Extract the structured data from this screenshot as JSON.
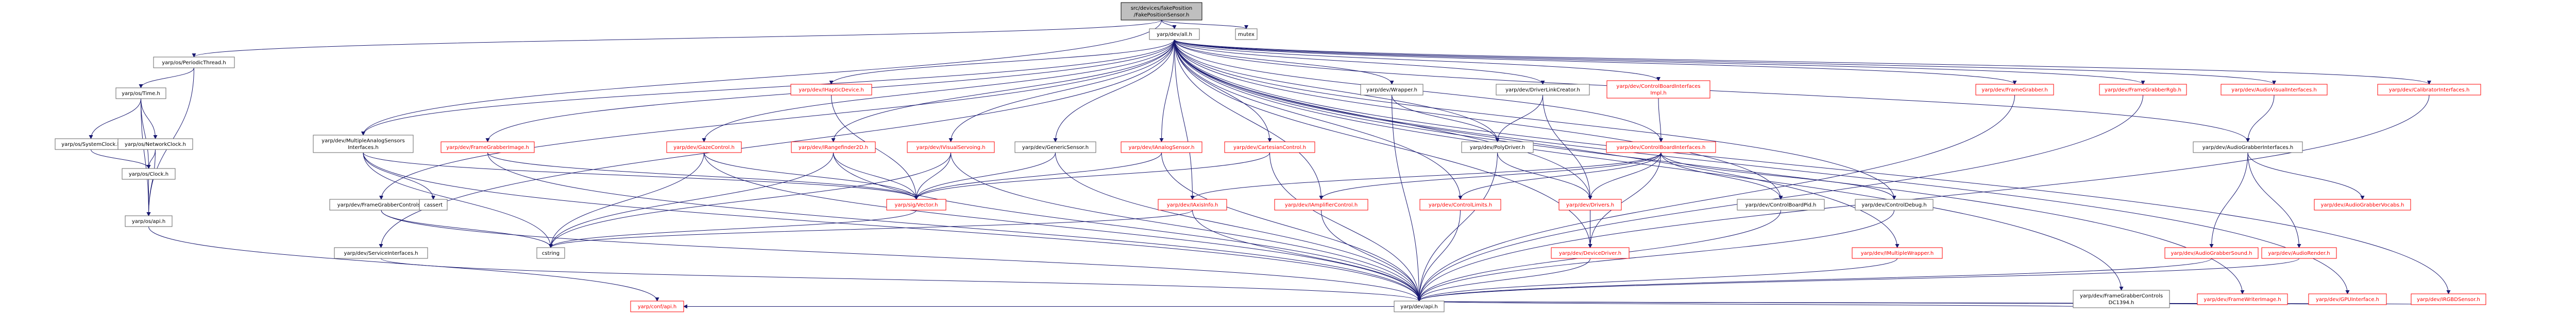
{
  "title": "src/devices/fakePosition/FakePositionSensor.h include dependency graph",
  "colors": {
    "edge": "#191970",
    "box_border": "#666666",
    "missing_border": "#ff0000",
    "root_fill": "#bfbfbf",
    "text": "#000000",
    "missing_text": "#ff0000"
  },
  "nodes": {
    "root": {
      "lines": [
        "src/devices/fakePosition",
        "/FakePositionSensor.h"
      ],
      "missing": false
    },
    "mutex": {
      "lines": [
        "mutex"
      ],
      "missing": false
    },
    "periodicThread": {
      "lines": [
        "yarp/os/PeriodicThread.h"
      ],
      "missing": false
    },
    "all": {
      "lines": [
        "yarp/dev/all.h"
      ],
      "missing": false
    },
    "time": {
      "lines": [
        "yarp/os/Time.h"
      ],
      "missing": false
    },
    "systemClock": {
      "lines": [
        "yarp/os/SystemClock.h"
      ],
      "missing": false
    },
    "networkClock": {
      "lines": [
        "yarp/os/NetworkClock.h"
      ],
      "missing": false
    },
    "clock": {
      "lines": [
        "yarp/os/Clock.h"
      ],
      "missing": false
    },
    "osApi": {
      "lines": [
        "yarp/os/api.h"
      ],
      "missing": false
    },
    "conf": {
      "lines": [
        "yarp/conf/api.h"
      ],
      "missing": true
    },
    "multiAnalog": {
      "lines": [
        "yarp/dev/MultipleAnalogSensors",
        "Interfaces.h"
      ],
      "missing": false
    },
    "frameGrabberImage": {
      "lines": [
        "yarp/dev/FrameGrabberImage.h"
      ],
      "missing": true
    },
    "frameGrabberControls": {
      "lines": [
        "yarp/dev/FrameGrabberControls.h"
      ],
      "missing": false
    },
    "serviceInterfaces": {
      "lines": [
        "yarp/dev/ServiceInterfaces.h"
      ],
      "missing": false
    },
    "cassert": {
      "lines": [
        "cassert"
      ],
      "missing": false
    },
    "cstring": {
      "lines": [
        "cstring"
      ],
      "missing": false
    },
    "hapticDevice": {
      "lines": [
        "yarp/dev/IHapticDevice.h"
      ],
      "missing": true
    },
    "gazeControl": {
      "lines": [
        "yarp/dev/GazeControl.h"
      ],
      "missing": true
    },
    "rangefinder": {
      "lines": [
        "yarp/dev/IRangefinder2D.h"
      ],
      "missing": true
    },
    "visualServoing": {
      "lines": [
        "yarp/dev/IVisualServoing.h"
      ],
      "missing": true
    },
    "genericSensor": {
      "lines": [
        "yarp/dev/GenericSensor.h"
      ],
      "missing": false
    },
    "analogSensor": {
      "lines": [
        "yarp/dev/IAnalogSensor.h"
      ],
      "missing": true
    },
    "cartesianControl": {
      "lines": [
        "yarp/dev/CartesianControl.h"
      ],
      "missing": true
    },
    "sigVector": {
      "lines": [
        "yarp/sig/Vector.h"
      ],
      "missing": true
    },
    "iAxisInfo": {
      "lines": [
        "yarp/dev/IAxisInfo.h"
      ],
      "missing": true
    },
    "wrapper": {
      "lines": [
        "yarp/dev/Wrapper.h"
      ],
      "missing": false
    },
    "driverLinkCreator": {
      "lines": [
        "yarp/dev/DriverLinkCreator.h"
      ],
      "missing": false
    },
    "polyDriver": {
      "lines": [
        "yarp/dev/PolyDriver.h"
      ],
      "missing": false
    },
    "ampControl": {
      "lines": [
        "yarp/dev/IAmplifierControl.h"
      ],
      "missing": true
    },
    "controlLimits": {
      "lines": [
        "yarp/dev/ControlLimits.h"
      ],
      "missing": true
    },
    "cbiImpl": {
      "lines": [
        "yarp/dev/ControlBoardInterfaces",
        "Impl.h"
      ],
      "missing": true
    },
    "cbi": {
      "lines": [
        "yarp/dev/ControlBoardInterfaces.h"
      ],
      "missing": true
    },
    "drivers": {
      "lines": [
        "yarp/dev/Drivers.h"
      ],
      "missing": true
    },
    "deviceDriver": {
      "lines": [
        "yarp/dev/DeviceDriver.h"
      ],
      "missing": true
    },
    "cbPid": {
      "lines": [
        "yarp/dev/ControlBoardPid.h"
      ],
      "missing": false
    },
    "controlDebug": {
      "lines": [
        "yarp/dev/ControlDebug.h"
      ],
      "missing": false
    },
    "multipleWrapper": {
      "lines": [
        "yarp/dev/IMultipleWrapper.h"
      ],
      "missing": true
    },
    "devApi": {
      "lines": [
        "yarp/dev/api.h"
      ],
      "missing": false
    },
    "frameGrabber": {
      "lines": [
        "yarp/dev/FrameGrabber.h"
      ],
      "missing": true
    },
    "frameGrabberRgb": {
      "lines": [
        "yarp/dev/FrameGrabberRgb.h"
      ],
      "missing": true
    },
    "audioVisual": {
      "lines": [
        "yarp/dev/AudioVisualInterfaces.h"
      ],
      "missing": true
    },
    "audioGrabber": {
      "lines": [
        "yarp/dev/AudioGrabberInterfaces.h"
      ],
      "missing": false
    },
    "audioGrabberVocabs": {
      "lines": [
        "yarp/dev/AudioGrabberVocabs.h"
      ],
      "missing": true
    },
    "audioGrabberSound": {
      "lines": [
        "yarp/dev/AudioGrabberSound.h"
      ],
      "missing": true
    },
    "audioRender": {
      "lines": [
        "yarp/dev/AudioRender.h"
      ],
      "missing": true
    },
    "calibrator": {
      "lines": [
        "yarp/dev/CalibratorInterfaces.h"
      ],
      "missing": true
    },
    "fgc1394": {
      "lines": [
        "yarp/dev/FrameGrabberControls",
        "DC1394.h"
      ],
      "missing": false
    },
    "frameWriter": {
      "lines": [
        "yarp/dev/FrameWriterImage.h"
      ],
      "missing": true
    },
    "gpu": {
      "lines": [
        "yarp/dev/GPUInterface.h"
      ],
      "missing": true
    },
    "rgbd": {
      "lines": [
        "yarp/dev/IRGBDSensor.h"
      ],
      "missing": true
    }
  },
  "edges": [
    [
      "root",
      "periodicThread"
    ],
    [
      "root",
      "all"
    ],
    [
      "root",
      "mutex"
    ],
    [
      "root",
      "multiAnalog"
    ],
    [
      "periodicThread",
      "time"
    ],
    [
      "periodicThread",
      "osApi"
    ],
    [
      "time",
      "systemClock"
    ],
    [
      "time",
      "networkClock"
    ],
    [
      "time",
      "clock"
    ],
    [
      "time",
      "osApi"
    ],
    [
      "systemClock",
      "clock"
    ],
    [
      "networkClock",
      "clock"
    ],
    [
      "networkClock",
      "osApi"
    ],
    [
      "clock",
      "osApi"
    ],
    [
      "osApi",
      "conf"
    ],
    [
      "all",
      "multiAnalog"
    ],
    [
      "all",
      "frameGrabberImage"
    ],
    [
      "all",
      "frameGrabberControls"
    ],
    [
      "all",
      "serviceInterfaces"
    ],
    [
      "all",
      "hapticDevice"
    ],
    [
      "all",
      "gazeControl"
    ],
    [
      "all",
      "rangefinder"
    ],
    [
      "all",
      "visualServoing"
    ],
    [
      "all",
      "genericSensor"
    ],
    [
      "all",
      "analogSensor"
    ],
    [
      "all",
      "cartesianControl"
    ],
    [
      "all",
      "iAxisInfo"
    ],
    [
      "all",
      "wrapper"
    ],
    [
      "all",
      "driverLinkCreator"
    ],
    [
      "all",
      "polyDriver"
    ],
    [
      "all",
      "cbiImpl"
    ],
    [
      "all",
      "cbi"
    ],
    [
      "all",
      "drivers"
    ],
    [
      "all",
      "deviceDriver"
    ],
    [
      "all",
      "cbPid"
    ],
    [
      "all",
      "controlDebug"
    ],
    [
      "all",
      "multipleWrapper"
    ],
    [
      "all",
      "frameGrabber"
    ],
    [
      "all",
      "frameGrabberRgb"
    ],
    [
      "all",
      "audioVisual"
    ],
    [
      "all",
      "audioGrabber"
    ],
    [
      "all",
      "calibrator"
    ],
    [
      "all",
      "fgc1394"
    ],
    [
      "all",
      "frameWriter"
    ],
    [
      "all",
      "gpu"
    ],
    [
      "all",
      "rgbd"
    ],
    [
      "all",
      "controlLimits"
    ],
    [
      "all",
      "ampControl"
    ],
    [
      "multiAnalog",
      "cassert"
    ],
    [
      "multiAnalog",
      "cstring"
    ],
    [
      "multiAnalog",
      "sigVector"
    ],
    [
      "multiAnalog",
      "devApi"
    ],
    [
      "frameGrabberImage",
      "sigVector"
    ],
    [
      "frameGrabberImage",
      "devApi"
    ],
    [
      "frameGrabberControls",
      "cstring"
    ],
    [
      "frameGrabberControls",
      "devApi"
    ],
    [
      "serviceInterfaces",
      "devApi"
    ],
    [
      "hapticDevice",
      "sigVector"
    ],
    [
      "gazeControl",
      "sigVector"
    ],
    [
      "gazeControl",
      "cstring"
    ],
    [
      "gazeControl",
      "devApi"
    ],
    [
      "rangefinder",
      "sigVector"
    ],
    [
      "rangefinder",
      "cstring"
    ],
    [
      "rangefinder",
      "devApi"
    ],
    [
      "visualServoing",
      "sigVector"
    ],
    [
      "visualServoing",
      "cstring"
    ],
    [
      "visualServoing",
      "devApi"
    ],
    [
      "genericSensor",
      "sigVector"
    ],
    [
      "genericSensor",
      "devApi"
    ],
    [
      "analogSensor",
      "sigVector"
    ],
    [
      "analogSensor",
      "devApi"
    ],
    [
      "cartesianControl",
      "sigVector"
    ],
    [
      "cartesianControl",
      "devApi"
    ],
    [
      "sigVector",
      "cstring"
    ],
    [
      "iAxisInfo",
      "cstring"
    ],
    [
      "iAxisInfo",
      "devApi"
    ],
    [
      "wrapper",
      "polyDriver"
    ],
    [
      "wrapper",
      "devApi"
    ],
    [
      "driverLinkCreator",
      "polyDriver"
    ],
    [
      "driverLinkCreator",
      "drivers"
    ],
    [
      "polyDriver",
      "drivers"
    ],
    [
      "polyDriver",
      "devApi"
    ],
    [
      "cbiImpl",
      "cbi"
    ],
    [
      "cbi",
      "iAxisInfo"
    ],
    [
      "cbi",
      "ampControl"
    ],
    [
      "cbi",
      "controlLimits"
    ],
    [
      "cbi",
      "drivers"
    ],
    [
      "cbi",
      "deviceDriver"
    ],
    [
      "cbi",
      "cbPid"
    ],
    [
      "cbi",
      "controlDebug"
    ],
    [
      "ampControl",
      "devApi"
    ],
    [
      "controlLimits",
      "devApi"
    ],
    [
      "drivers",
      "deviceDriver"
    ],
    [
      "deviceDriver",
      "devApi"
    ],
    [
      "cbPid",
      "devApi"
    ],
    [
      "controlDebug",
      "devApi"
    ],
    [
      "multipleWrapper",
      "devApi"
    ],
    [
      "frameGrabber",
      "devApi"
    ],
    [
      "frameGrabberRgb",
      "devApi"
    ],
    [
      "audioVisual",
      "audioGrabber"
    ],
    [
      "audioGrabber",
      "audioGrabberVocabs"
    ],
    [
      "audioGrabber",
      "audioGrabberSound"
    ],
    [
      "audioGrabber",
      "audioRender"
    ],
    [
      "audioGrabberSound",
      "devApi"
    ],
    [
      "audioRender",
      "devApi"
    ],
    [
      "calibrator",
      "devApi"
    ],
    [
      "fgc1394",
      "devApi"
    ],
    [
      "frameWriter",
      "devApi"
    ],
    [
      "gpu",
      "devApi"
    ],
    [
      "rgbd",
      "devApi"
    ],
    [
      "devApi",
      "conf"
    ]
  ]
}
